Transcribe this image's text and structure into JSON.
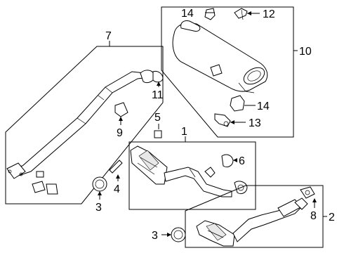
{
  "callouts": {
    "c1": "1",
    "c2": "2",
    "c3a": "3",
    "c3b": "3",
    "c4": "4",
    "c5": "5",
    "c6": "6",
    "c7": "7",
    "c8": "8",
    "c9": "9",
    "c10": "10",
    "c11": "11",
    "c12": "12",
    "c13": "13",
    "c14a": "14",
    "c14b": "14"
  }
}
